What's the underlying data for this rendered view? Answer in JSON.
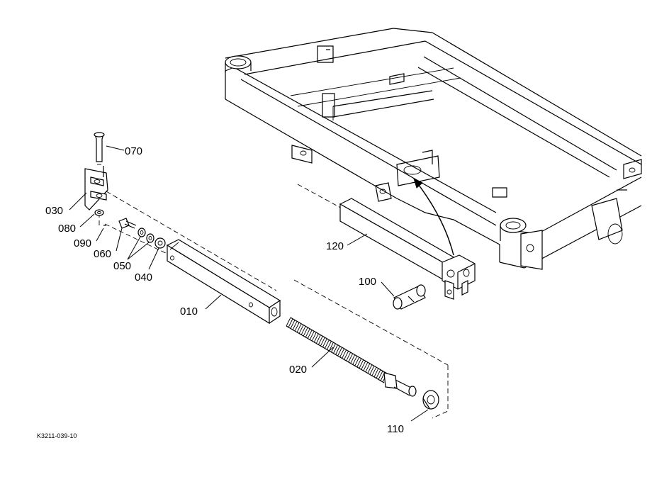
{
  "diagram": {
    "parts": [
      {
        "id": "p070",
        "callout": "070"
      },
      {
        "id": "p030",
        "callout": "030"
      },
      {
        "id": "p080",
        "callout": "080"
      },
      {
        "id": "p090",
        "callout": "090"
      },
      {
        "id": "p060",
        "callout": "060"
      },
      {
        "id": "p050",
        "callout": "050"
      },
      {
        "id": "p040",
        "callout": "040"
      },
      {
        "id": "p010",
        "callout": "010"
      },
      {
        "id": "p020",
        "callout": "020"
      },
      {
        "id": "p110",
        "callout": "110"
      },
      {
        "id": "p100",
        "callout": "100"
      },
      {
        "id": "p120",
        "callout": "120"
      }
    ],
    "figure_id": "K3211-039-10"
  }
}
